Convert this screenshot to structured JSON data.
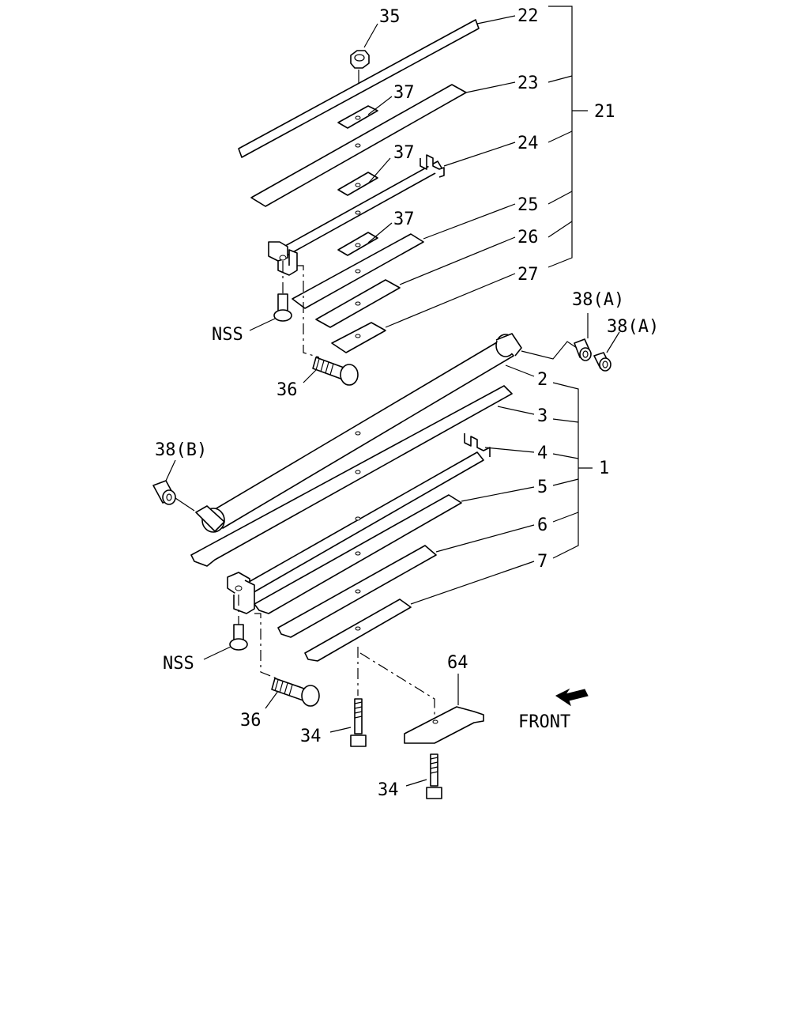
{
  "labels": {
    "p35": "35",
    "p22": "22",
    "p23": "23",
    "p37a": "37",
    "p37b": "37",
    "p37c": "37",
    "p21": "21",
    "p24": "24",
    "p25": "25",
    "p26": "26",
    "p27": "27",
    "p38a1": "38(A)",
    "p38a2": "38(A)",
    "nss_top": "NSS",
    "p36_top": "36",
    "p2": "2",
    "p3": "3",
    "p4": "4",
    "p1": "1",
    "p5": "5",
    "p6": "6",
    "p7": "7",
    "p38b": "38(B)",
    "nss_bottom": "NSS",
    "p36_bottom": "36",
    "p64": "64",
    "front": "FRONT",
    "p34a": "34",
    "p34b": "34"
  }
}
